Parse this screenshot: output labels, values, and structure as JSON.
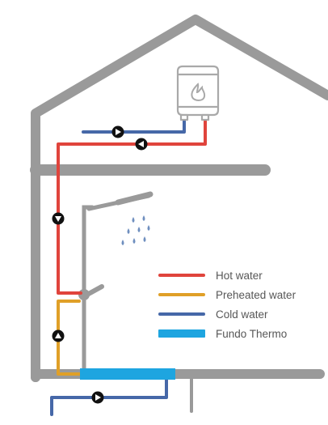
{
  "colors": {
    "house": "#9a9a9a",
    "hot": "#e0443c",
    "preheated": "#e0a028",
    "cold": "#4668a8",
    "fundo": "#1ea5e0",
    "heater_outline": "#a9a9a9",
    "drops": "#6f8fbf",
    "arrow_fill": "#111111"
  },
  "icons": {
    "heater": "gas-water-heater-icon",
    "flame": "flame-icon",
    "flow_arrow": "flow-direction-arrow-icon",
    "shower": "shower-head-icon",
    "drops": "water-drops-icon"
  },
  "legend": [
    {
      "key": "hot",
      "label": "Hot water",
      "color": "#e0443c",
      "style": "line"
    },
    {
      "key": "preheated",
      "label": "Preheated water",
      "color": "#e0a028",
      "style": "line"
    },
    {
      "key": "cold",
      "label": "Cold water",
      "color": "#4668a8",
      "style": "line"
    },
    {
      "key": "fundo",
      "label": "Fundo Thermo",
      "color": "#1ea5e0",
      "style": "bar"
    }
  ]
}
